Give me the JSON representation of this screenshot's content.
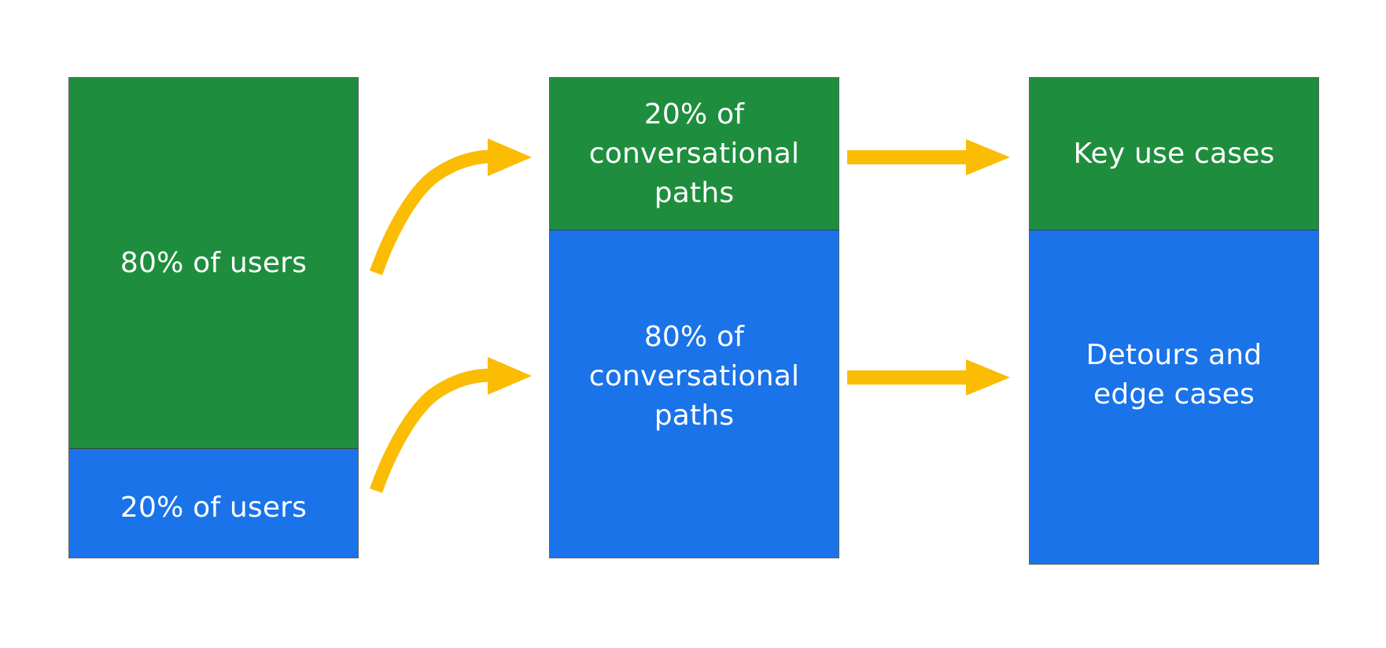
{
  "colors": {
    "green": "#1e8e3e",
    "blue": "#1a73e8",
    "arrow": "#fbbc04",
    "text": "#ffffff"
  },
  "columns": {
    "users": {
      "top_label": "80% of users",
      "bottom_label": "20% of users"
    },
    "paths": {
      "top_label": "20% of\nconversational\npaths",
      "bottom_label": "80% of\nconversational\npaths"
    },
    "cases": {
      "top_label": "Key use cases",
      "bottom_label": "Detours and\nedge cases"
    }
  },
  "arrows": [
    {
      "shape": "curved",
      "from": "users.top",
      "to": "paths.top"
    },
    {
      "shape": "curved",
      "from": "users.bottom",
      "to": "paths.bottom"
    },
    {
      "shape": "straight",
      "from": "paths.top",
      "to": "cases.top"
    },
    {
      "shape": "straight",
      "from": "paths.bottom",
      "to": "cases.bottom"
    }
  ]
}
